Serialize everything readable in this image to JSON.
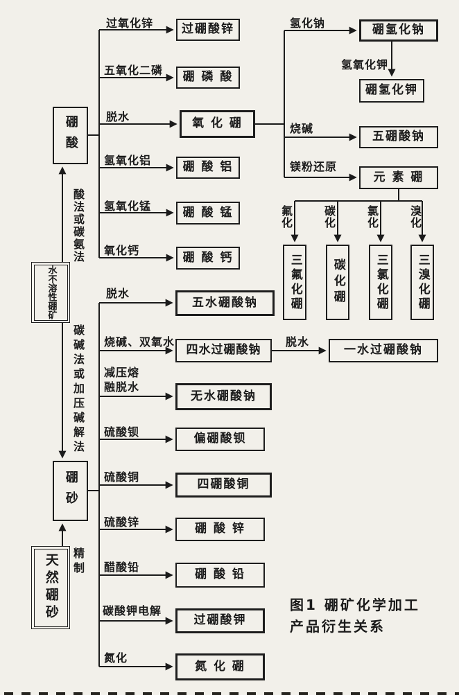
{
  "figure": {
    "caption_line1": "图1  硼矿化学加工",
    "caption_line2": "产品衍生关系"
  },
  "nodes": {
    "insoluble_ore": "水不溶性硼矿",
    "natural_borax": "天然硼砂",
    "boric_acid": "硼酸",
    "borax": "硼砂",
    "zinc_perborate": "过硼酸锌",
    "boron_phosphate": "硼 磷 酸",
    "boron_oxide": "氧 化 硼",
    "aluminum_borate": "硼 酸 铝",
    "manganese_borate": "硼 酸 锰",
    "calcium_borate": "硼 酸 钙",
    "sodium_borohydride": "硼氢化钠",
    "potassium_borohydride": "硼氢化钾",
    "sodium_pentaborate": "五硼酸钠",
    "elemental_boron": "元 素 硼",
    "boron_trifluoride": "三氟化硼",
    "boron_carbide": "碳化硼",
    "boron_trichloride": "三氯化硼",
    "boron_tribromide": "三溴化硼",
    "sodium_borate_pentahydrate": "五水硼酸钠",
    "sodium_perborate_tetrahydrate": "四水过硼酸钠",
    "sodium_perborate_monohydrate": "一水过硼酸钠",
    "anhydrous_sodium_borate": "无水硼酸钠",
    "barium_metaborate": "偏硼酸钡",
    "copper_tetraborate": "四硼酸铜",
    "zinc_borate": "硼 酸 锌",
    "lead_borate": "硼 酸 铅",
    "potassium_perborate": "过硼酸钾",
    "boron_nitride": "氮 化 硼"
  },
  "edges": {
    "zinc_peroxide": "过氧化锌",
    "phosphorus_pentoxide": "五氧化二磷",
    "dehydration_a": "脱水",
    "aluminum_hydroxide": "氢氧化铝",
    "manganese_hydroxide": "氢氧化锰",
    "calcium_oxide": "氧化钙",
    "sodium_hydride": "氢化钠",
    "potassium_hydroxide": "氢氧化钾",
    "caustic_soda": "烧碱",
    "magnesium_reduction": "镁粉还原",
    "fluorination": "氟化",
    "carbonization": "碳化",
    "chlorination": "氯化",
    "bromination": "溴化",
    "dehydration_b": "脱水",
    "caustic_soda_peroxide": "烧碱、双氧水",
    "dehydration_c": "脱水",
    "vacuum_melt_dehydration": "减压熔融脱水",
    "barium_sulfate": "硫酸钡",
    "copper_sulfate": "硫酸铜",
    "zinc_sulfate": "硫酸锌",
    "lead_acetate": "醋酸铅",
    "potassium_carbonate_electrolysis": "碳酸钾电解",
    "nitridation": "氮化",
    "acid_or_carbon_ammonia": "酸法或碳氨法",
    "carbon_alkali_or_pressure": "碳碱法或加压碱解法",
    "refining": "精制"
  }
}
